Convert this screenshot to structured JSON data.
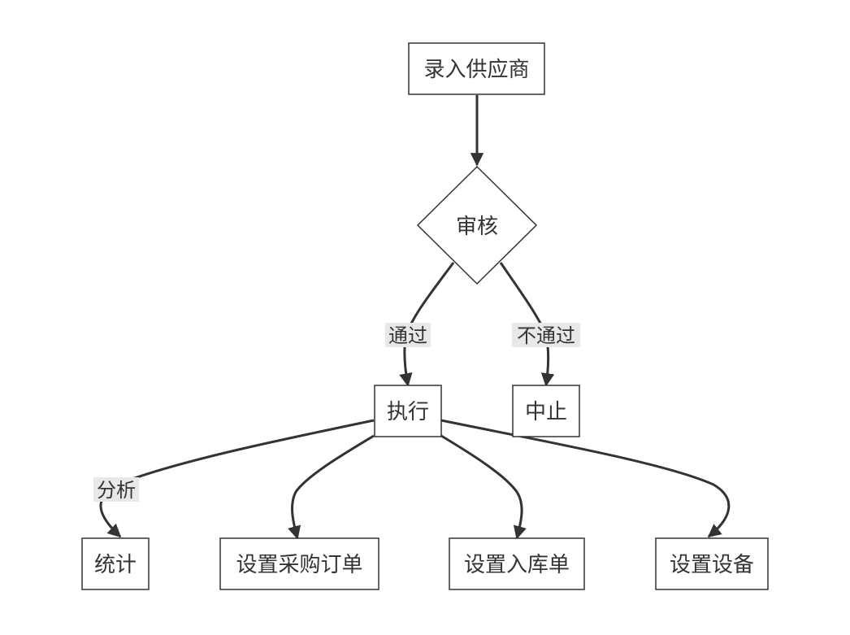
{
  "diagram": {
    "nodes": {
      "entry": "录入供应商",
      "review": "审核",
      "execute": "执行",
      "halt": "中止",
      "stats": "统计",
      "purchase_order": "设置采购订单",
      "inbound_order": "设置入库单",
      "equipment": "设置设备"
    },
    "edge_labels": {
      "pass": "通过",
      "fail": "不通过",
      "analyze": "分析"
    }
  }
}
